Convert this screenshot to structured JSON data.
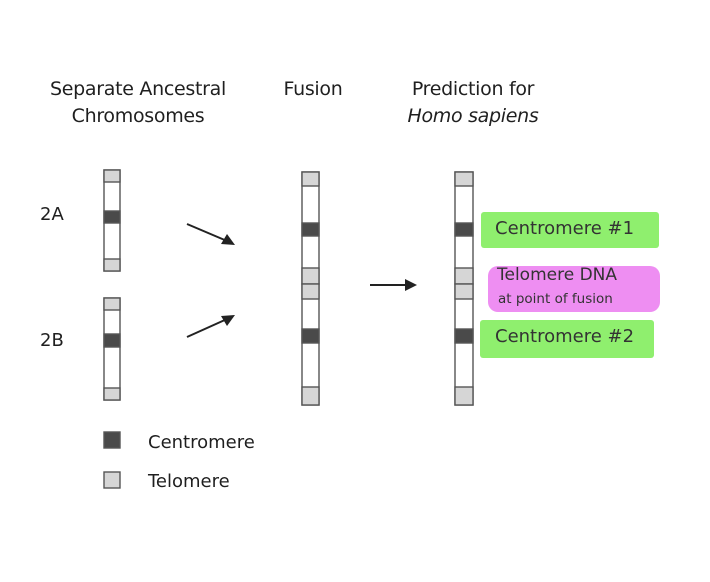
{
  "headings": {
    "separate": [
      "Separate Ancestral",
      "Chromosomes"
    ],
    "fusion": "Fusion",
    "prediction": [
      "Prediction for",
      "Homo sapiens"
    ]
  },
  "chromosome_labels": {
    "a": "2A",
    "b": "2B"
  },
  "annotations": {
    "centromere_1": "Centromere #1",
    "telomere_line1": "Telomere DNA",
    "telomere_line2": "at point of fusion",
    "centromere_2": "Centromere #2"
  },
  "legend": {
    "centromere": "Centromere",
    "telomere": "Telomere"
  },
  "colors": {
    "centromere": "#4a4a4a",
    "telomere": "#d6d6d6",
    "outline": "#555555",
    "arrow": "#222222",
    "highlight_green": "#8fef6e",
    "highlight_pink": "#ee8ef2"
  }
}
